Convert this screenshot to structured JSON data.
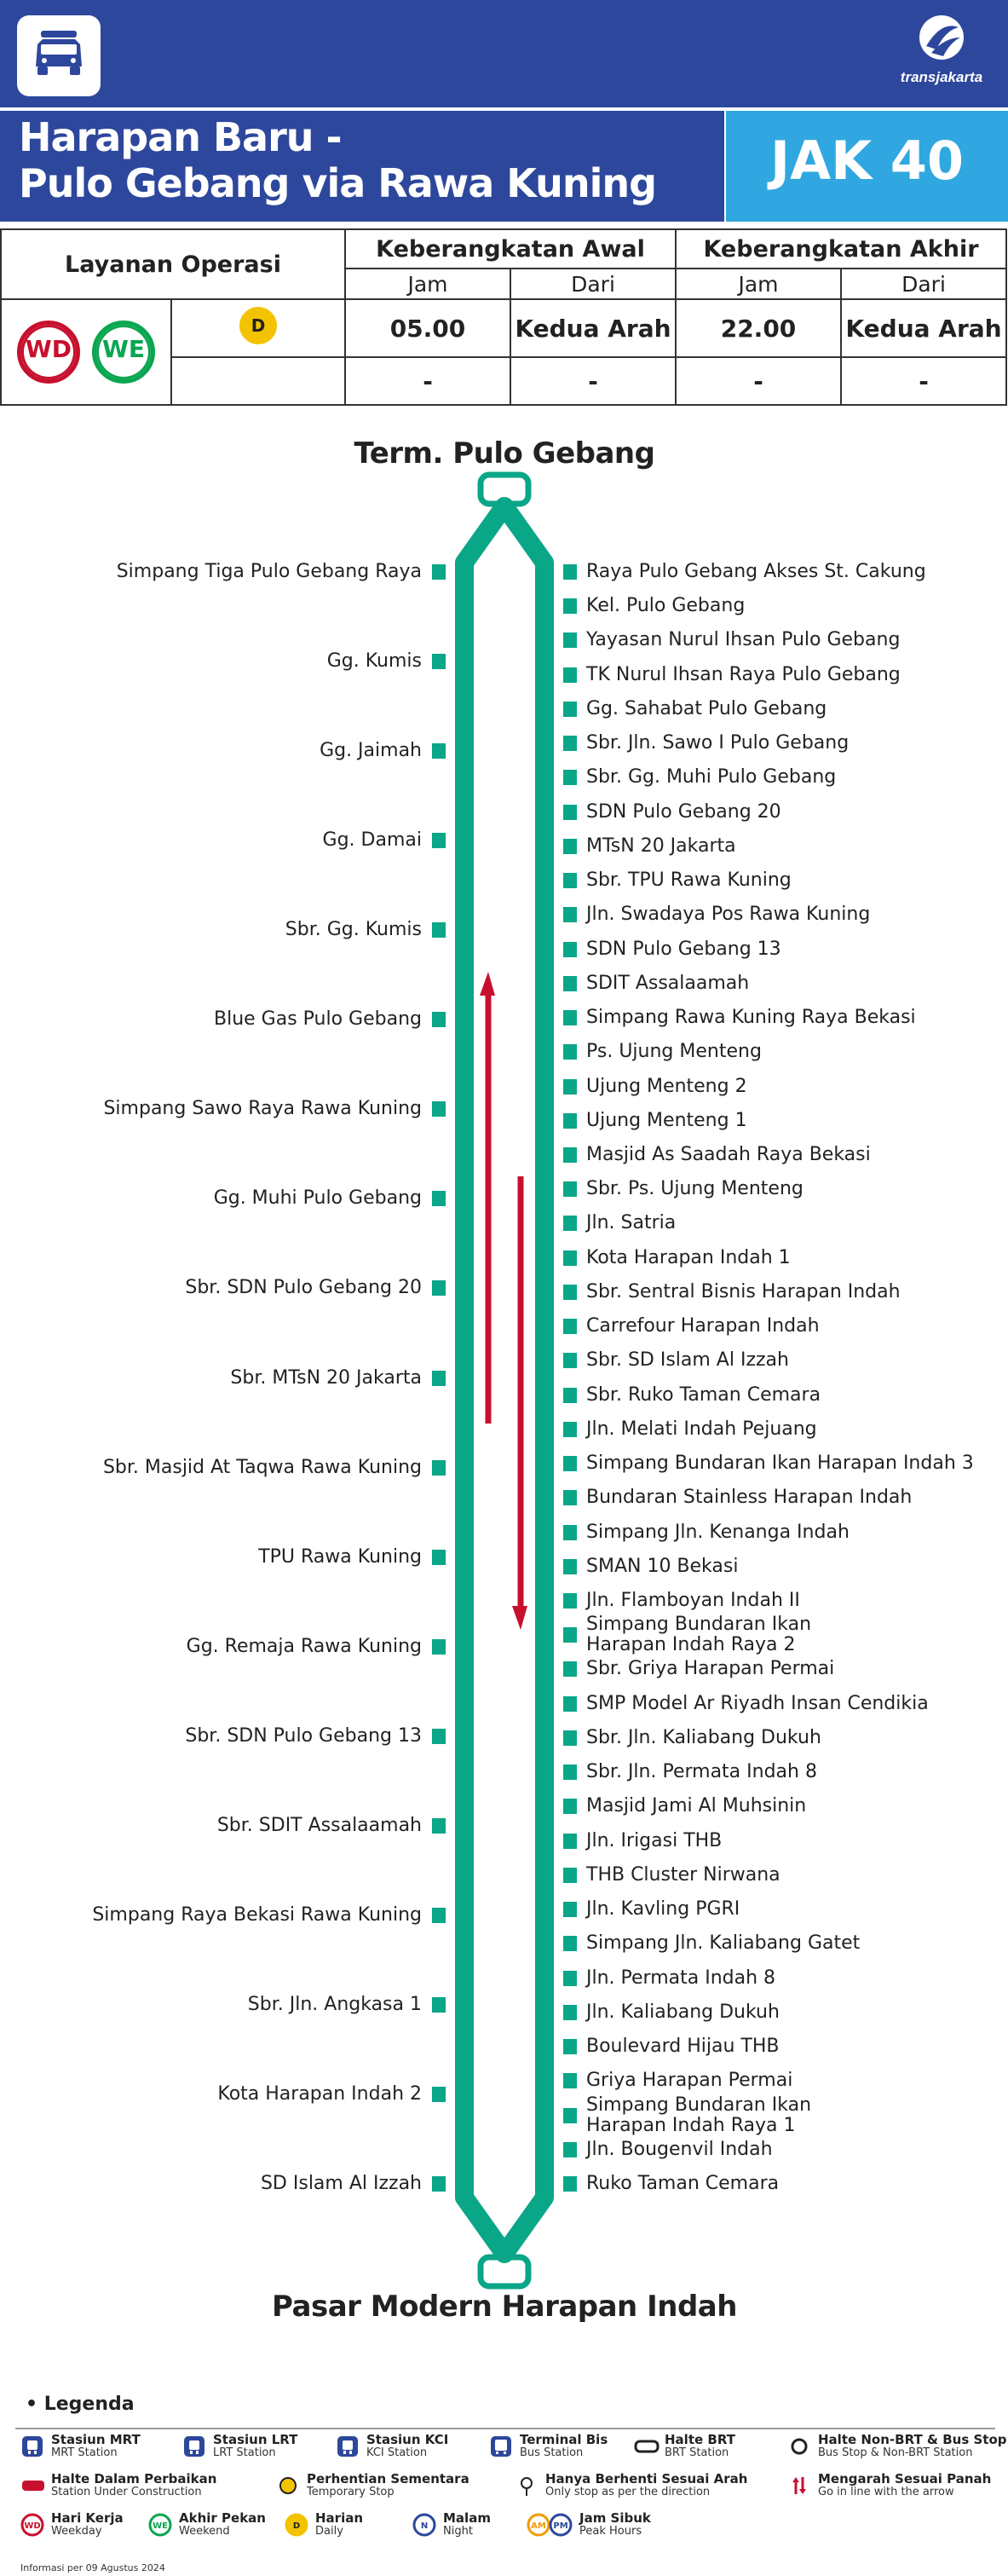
{
  "route": {
    "title_line1": "Harapan Baru -",
    "title_line2": "Pulo Gebang via Rawa Kuning",
    "code": "JAK 40",
    "operator_logo_text": "transjakarta"
  },
  "schedule": {
    "service_header": "Layanan Operasi",
    "first_header": "Keberangkatan Awal",
    "last_header": "Keberangkatan Akhir",
    "col_time": "Jam",
    "col_from": "Dari",
    "badge_wd": "WD",
    "badge_we": "WE",
    "badge_d": "D",
    "rows": [
      {
        "first_time": "05.00",
        "first_from": "Kedua Arah",
        "last_time": "22.00",
        "last_from": "Kedua Arah"
      },
      {
        "first_time": "-",
        "first_from": "-",
        "last_time": "-",
        "last_from": "-"
      }
    ]
  },
  "map": {
    "terminal_top": "Term. Pulo Gebang",
    "terminal_bottom": "Pasar Modern Harapan Indah",
    "line_color": "#0aa688",
    "arrow_color": "#c8102e",
    "left_stops": [
      "Simpang Tiga Pulo Gebang Raya",
      "Gg. Kumis",
      "Gg. Jaimah",
      "Gg. Damai",
      "Sbr. Gg. Kumis",
      "Blue Gas Pulo Gebang",
      "Simpang Sawo Raya Rawa Kuning",
      "Gg. Muhi Pulo Gebang",
      "Sbr. SDN Pulo Gebang 20",
      "Sbr. MTsN 20 Jakarta",
      "Sbr. Masjid At Taqwa Rawa Kuning",
      "TPU Rawa Kuning",
      "Gg. Remaja Rawa Kuning",
      "Sbr. SDN Pulo Gebang 13",
      "Sbr. SDIT Assalaamah",
      "Simpang Raya Bekasi Rawa Kuning",
      "Sbr. Jln. Angkasa 1",
      "Kota Harapan Indah 2",
      "SD Islam Al Izzah"
    ],
    "right_stops": [
      "Raya Pulo Gebang Akses St. Cakung",
      "Kel. Pulo Gebang",
      "Yayasan Nurul Ihsan Pulo Gebang",
      "TK Nurul Ihsan Raya Pulo Gebang",
      "Gg. Sahabat Pulo Gebang",
      "Sbr. Jln. Sawo I Pulo Gebang",
      "Sbr. Gg. Muhi Pulo Gebang",
      "SDN Pulo Gebang 20",
      "MTsN 20 Jakarta",
      "Sbr. TPU Rawa Kuning",
      "Jln. Swadaya Pos Rawa Kuning",
      "SDN Pulo Gebang 13",
      "SDIT Assalaamah",
      "Simpang Rawa Kuning Raya Bekasi",
      "Ps. Ujung Menteng",
      "Ujung Menteng 2",
      "Ujung Menteng 1",
      "Masjid As Saadah Raya Bekasi",
      "Sbr. Ps. Ujung Menteng",
      "Jln. Satria",
      "Kota Harapan Indah 1",
      "Sbr. Sentral Bisnis Harapan Indah",
      "Carrefour Harapan Indah",
      "Sbr. SD Islam Al Izzah",
      "Sbr. Ruko Taman Cemara",
      "Jln. Melati Indah Pejuang",
      "Simpang Bundaran Ikan Harapan Indah 3",
      "Bundaran Stainless Harapan Indah",
      "Simpang Jln. Kenanga Indah",
      "SMAN 10 Bekasi",
      "Jln. Flamboyan Indah II",
      "Simpang Bundaran Ikan\nHarapan Indah Raya 2",
      "Sbr. Griya Harapan Permai",
      "SMP Model Ar Riyadh Insan Cendikia",
      "Sbr. Jln. Kaliabang Dukuh",
      "Sbr. Jln. Permata Indah 8",
      "Masjid Jami Al Muhsinin",
      "Jln. Irigasi THB",
      "THB Cluster Nirwana",
      "Jln. Kavling PGRI",
      "Simpang Jln. Kaliabang Gatet",
      "Jln. Permata Indah 8",
      "Jln. Kaliabang Dukuh",
      "Boulevard Hijau THB",
      "Griya Harapan Permai",
      "Simpang Bundaran Ikan\nHarapan Indah Raya 1",
      "Jln. Bougenvil Indah",
      "Ruko Taman Cemara"
    ]
  },
  "legend": {
    "title": "Legenda",
    "items": [
      {
        "label": "Stasiun MRT",
        "sub": "MRT Station",
        "icon": "mrt-station-icon"
      },
      {
        "label": "Stasiun LRT",
        "sub": "LRT Station",
        "icon": "lrt-station-icon"
      },
      {
        "label": "Stasiun KCI",
        "sub": "KCI Station",
        "icon": "kci-station-icon"
      },
      {
        "label": "Terminal Bis",
        "sub": "Bus Station",
        "icon": "bus-terminal-icon"
      },
      {
        "label": "Halte BRT",
        "sub": "BRT Station",
        "icon": "brt-stop-icon"
      },
      {
        "label": "Halte Non-BRT & Bus Stop",
        "sub": "Bus Stop & Non-BRT Station",
        "icon": "non-brt-stop-icon"
      },
      {
        "label": "Halte Dalam Perbaikan",
        "sub": "Station Under Construction",
        "icon": "construction-stop-icon"
      },
      {
        "label": "Perhentian Sementara",
        "sub": "Temporary Stop",
        "icon": "temporary-stop-icon"
      },
      {
        "label": "Hanya Berhenti Sesuai Arah",
        "sub": "Only stop as per the direction",
        "icon": "direction-stop-icon"
      },
      {
        "label": "Mengarah Sesuai Panah",
        "sub": "Go in line with the arrow",
        "icon": "arrow-direction-icon"
      },
      {
        "label": "Hari Kerja",
        "sub": "Weekday",
        "icon": "weekday-icon",
        "badge": "WD"
      },
      {
        "label": "Akhir Pekan",
        "sub": "Weekend",
        "icon": "weekend-icon",
        "badge": "WE"
      },
      {
        "label": "Harian",
        "sub": "Daily",
        "icon": "daily-icon",
        "badge": "D"
      },
      {
        "label": "Malam",
        "sub": "Night",
        "icon": "night-icon",
        "badge": "N"
      },
      {
        "label": "Jam Sibuk",
        "sub": "Peak Hours",
        "icon": "peak-hours-icon",
        "badge_am": "AM",
        "badge_pm": "PM"
      }
    ],
    "info": "Informasi per 09 Agustus 2024"
  }
}
